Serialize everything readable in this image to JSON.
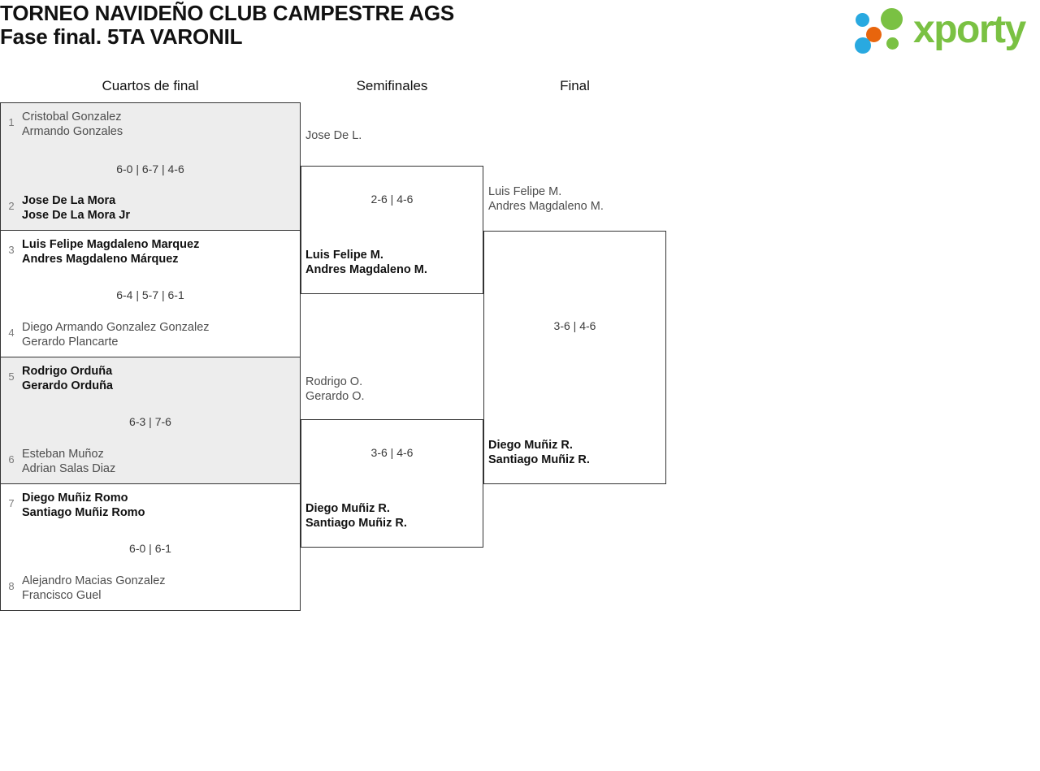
{
  "header": {
    "title_line1": "TORNEO NAVIDEÑO CLUB CAMPESTRE AGS",
    "title_line2": "Fase final. 5TA VARONIL",
    "logo": {
      "wordmark": "xporty",
      "colors": {
        "green": "#7ac143",
        "blue": "#29a9e0",
        "orange": "#e8650d"
      },
      "dots": [
        {
          "name": "logo-dot-blue-top",
          "color": "#29a9e0"
        },
        {
          "name": "logo-dot-orange",
          "color": "#e8650d"
        },
        {
          "name": "logo-dot-blue-bottom",
          "color": "#29a9e0"
        },
        {
          "name": "logo-dot-green-big",
          "color": "#7ac143"
        },
        {
          "name": "logo-dot-green-small",
          "color": "#7ac143"
        }
      ]
    }
  },
  "rounds": [
    {
      "id": "quarterfinals",
      "label": "Cuartos de final"
    },
    {
      "id": "semifinals",
      "label": "Semifinales"
    },
    {
      "id": "final",
      "label": "Final"
    }
  ],
  "quarterfinals": [
    {
      "shaded": true,
      "score": "6-0 | 6-7 | 4-6",
      "top": {
        "seed": "1",
        "p1": "Cristobal Gonzalez",
        "p2": "Armando Gonzales",
        "winner": false
      },
      "bottom": {
        "seed": "2",
        "p1": "Jose De La Mora",
        "p2": "Jose De La Mora Jr",
        "winner": true
      }
    },
    {
      "shaded": false,
      "score": "6-4 | 5-7 | 6-1",
      "top": {
        "seed": "3",
        "p1": "Luis Felipe Magdaleno Marquez",
        "p2": "Andres Magdaleno Márquez",
        "winner": true
      },
      "bottom": {
        "seed": "4",
        "p1": "Diego Armando Gonzalez Gonzalez",
        "p2": "Gerardo Plancarte",
        "winner": false
      }
    },
    {
      "shaded": true,
      "score": "6-3 | 7-6",
      "top": {
        "seed": "5",
        "p1": "Rodrigo Orduña",
        "p2": "Gerardo Orduña",
        "winner": true
      },
      "bottom": {
        "seed": "6",
        "p1": "Esteban Muñoz",
        "p2": "Adrian Salas Diaz",
        "winner": false
      }
    },
    {
      "shaded": false,
      "score": "6-0 | 6-1",
      "top": {
        "seed": "7",
        "p1": "Diego Muñiz Romo",
        "p2": "Santiago Muñiz Romo",
        "winner": true
      },
      "bottom": {
        "seed": "8",
        "p1": "Alejandro Macias Gonzalez",
        "p2": "Francisco Guel",
        "winner": false
      }
    }
  ],
  "semifinals": [
    {
      "score": "2-6 | 4-6",
      "top": {
        "p1": "Jose De L.",
        "p2": "",
        "winner": false
      },
      "bottom": {
        "p1": "Luis Felipe M.",
        "p2": "Andres Magdaleno M.",
        "winner": true
      }
    },
    {
      "score": "3-6 | 4-6",
      "top": {
        "p1": "Rodrigo O.",
        "p2": "Gerardo O.",
        "winner": false
      },
      "bottom": {
        "p1": "Diego Muñiz R.",
        "p2": "Santiago Muñiz R.",
        "winner": true
      }
    }
  ],
  "final": [
    {
      "score": "3-6 | 4-6",
      "top": {
        "p1": "Luis Felipe M.",
        "p2": "Andres Magdaleno M.",
        "winner": false
      },
      "bottom": {
        "p1": "Diego Muñiz R.",
        "p2": "Santiago Muñiz R.",
        "winner": true
      }
    }
  ]
}
